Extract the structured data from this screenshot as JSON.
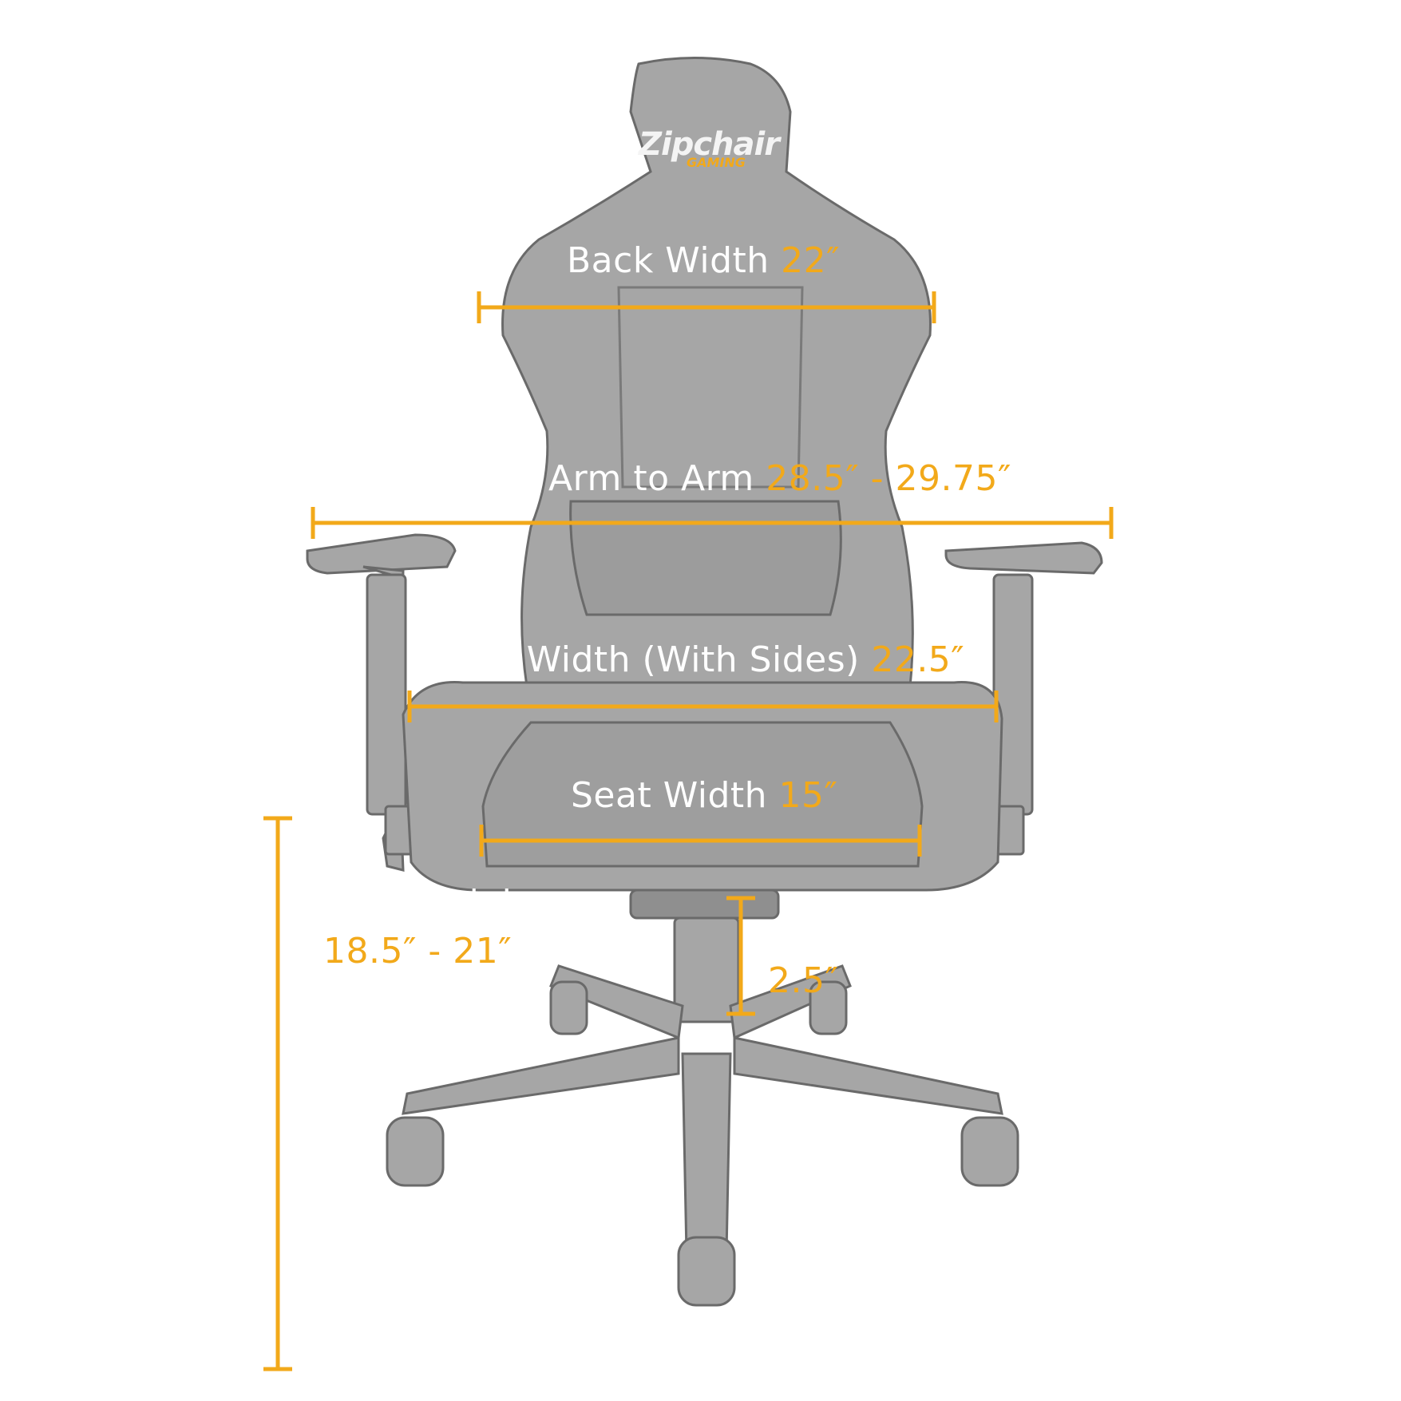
{
  "logo": {
    "brand": "Zipchair",
    "sub": "GAMING"
  },
  "colors": {
    "accent": "#f2a91a",
    "chair": "#a6a6a6",
    "chair_dark": "#6a6a6a",
    "label_text": "#ffffff"
  },
  "dimensions": {
    "back_width": {
      "label": "Back Width",
      "value": "22″"
    },
    "arm_to_arm": {
      "label": "e Arm to Arm",
      "value_a": "28.5″ -",
      "value_b": "29.75″"
    },
    "seat_width_sides": {
      "label": "at Width (With Sides)",
      "value": "22.5″"
    },
    "seat_width": {
      "label": "Seat Width",
      "value": "15″"
    },
    "seat_height": {
      "label": "eigh",
      "value": "18.5″ - 21″"
    },
    "gas_lift": {
      "value": "2.5″"
    }
  }
}
